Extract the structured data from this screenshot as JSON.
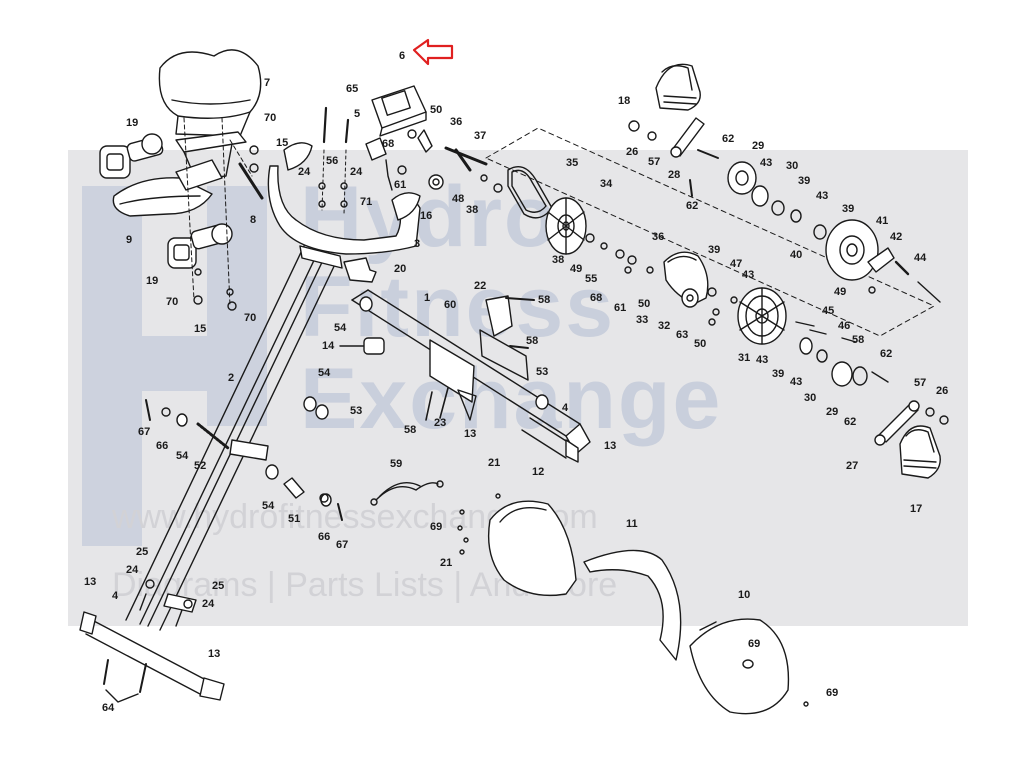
{
  "watermark": {
    "words": [
      "Hydro",
      "Fitness",
      "Exchange"
    ],
    "url": "www.hydrofitnessexchange.com",
    "tagline": "Diagrams | Parts Lists | And More"
  },
  "highlight": {
    "part": "6",
    "arrow_color": "#e02020"
  },
  "colors": {
    "band": "#e6e6e8",
    "watermark_text": "#c9cfdc",
    "ink": "#1a1a1a"
  },
  "callouts": [
    "1",
    "2",
    "3",
    "4",
    "4",
    "5",
    "6",
    "7",
    "8",
    "9",
    "10",
    "11",
    "12",
    "13",
    "13",
    "13",
    "13",
    "14",
    "15",
    "15",
    "16",
    "17",
    "18",
    "19",
    "19",
    "20",
    "21",
    "21",
    "22",
    "23",
    "24",
    "24",
    "24",
    "24",
    "25",
    "25",
    "26",
    "26",
    "27",
    "28",
    "29",
    "29",
    "30",
    "30",
    "31",
    "32",
    "33",
    "34",
    "35",
    "36",
    "36",
    "37",
    "38",
    "38",
    "39",
    "39",
    "39",
    "39",
    "40",
    "41",
    "42",
    "43",
    "43",
    "43",
    "43",
    "43",
    "44",
    "45",
    "46",
    "47",
    "48",
    "49",
    "49",
    "50",
    "50",
    "50",
    "51",
    "52",
    "53",
    "53",
    "54",
    "54",
    "54",
    "54",
    "55",
    "56",
    "57",
    "57",
    "58",
    "58",
    "58",
    "58",
    "59",
    "60",
    "61",
    "61",
    "62",
    "62",
    "62",
    "62",
    "63",
    "64",
    "65",
    "66",
    "66",
    "67",
    "67",
    "68",
    "68",
    "69",
    "69",
    "69",
    "70",
    "70",
    "70",
    "71"
  ]
}
